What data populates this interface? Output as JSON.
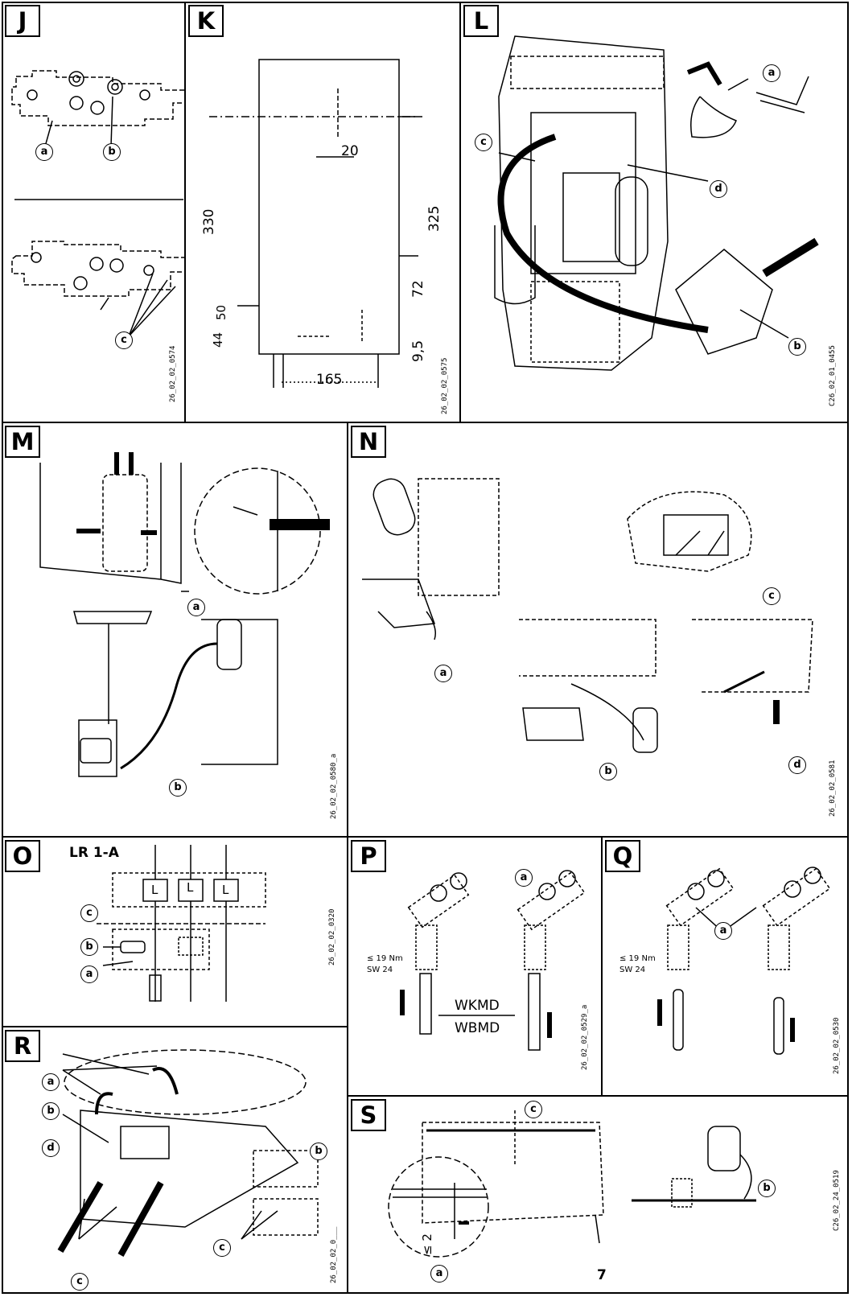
{
  "panels": {
    "J": {
      "label": "J",
      "callouts": [
        "a",
        "b",
        "c"
      ],
      "code": "26_02_02_0574"
    },
    "K": {
      "label": "K",
      "dims": {
        "d330": "330",
        "d325": "325",
        "d20": "20",
        "d50": "50",
        "d44": "44",
        "d72": "72",
        "d95": "9,5",
        "d165": "165"
      },
      "code": "26_02_02_0575"
    },
    "L": {
      "label": "L",
      "callouts": [
        "a",
        "b",
        "c",
        "d"
      ],
      "code": "C26_02_01_0455"
    },
    "M": {
      "label": "M",
      "callouts": [
        "a",
        "b"
      ],
      "code": "26_02_02_0580_a"
    },
    "N": {
      "label": "N",
      "callouts": [
        "a",
        "b",
        "c",
        "d"
      ],
      "code": "26_02_02_0581"
    },
    "O": {
      "label": "O",
      "title": "LR 1-A",
      "terminals": [
        "L",
        "L",
        "L"
      ],
      "callouts": [
        "a",
        "b",
        "c"
      ],
      "code": "26_02_02_0320"
    },
    "P": {
      "label": "P",
      "torque": "≤ 19 Nm",
      "wrench": "SW 24",
      "model1": "WKMD",
      "model2": "WBMD",
      "callouts": [
        "a"
      ],
      "code": "26_02_02_0529_a"
    },
    "Q": {
      "label": "Q",
      "torque": "≤ 19 Nm",
      "wrench": "SW 24",
      "callouts": [
        "a"
      ],
      "code": "26_02_02_0530"
    },
    "R": {
      "label": "R",
      "callouts": [
        "a",
        "b",
        "b",
        "c",
        "c",
        "d"
      ],
      "code": "26_02_02_0___"
    },
    "S": {
      "label": "S",
      "callouts": [
        "a",
        "b",
        "c"
      ],
      "gap": "≤ 2",
      "number": "7",
      "code": "C26_02_24_0519"
    }
  }
}
